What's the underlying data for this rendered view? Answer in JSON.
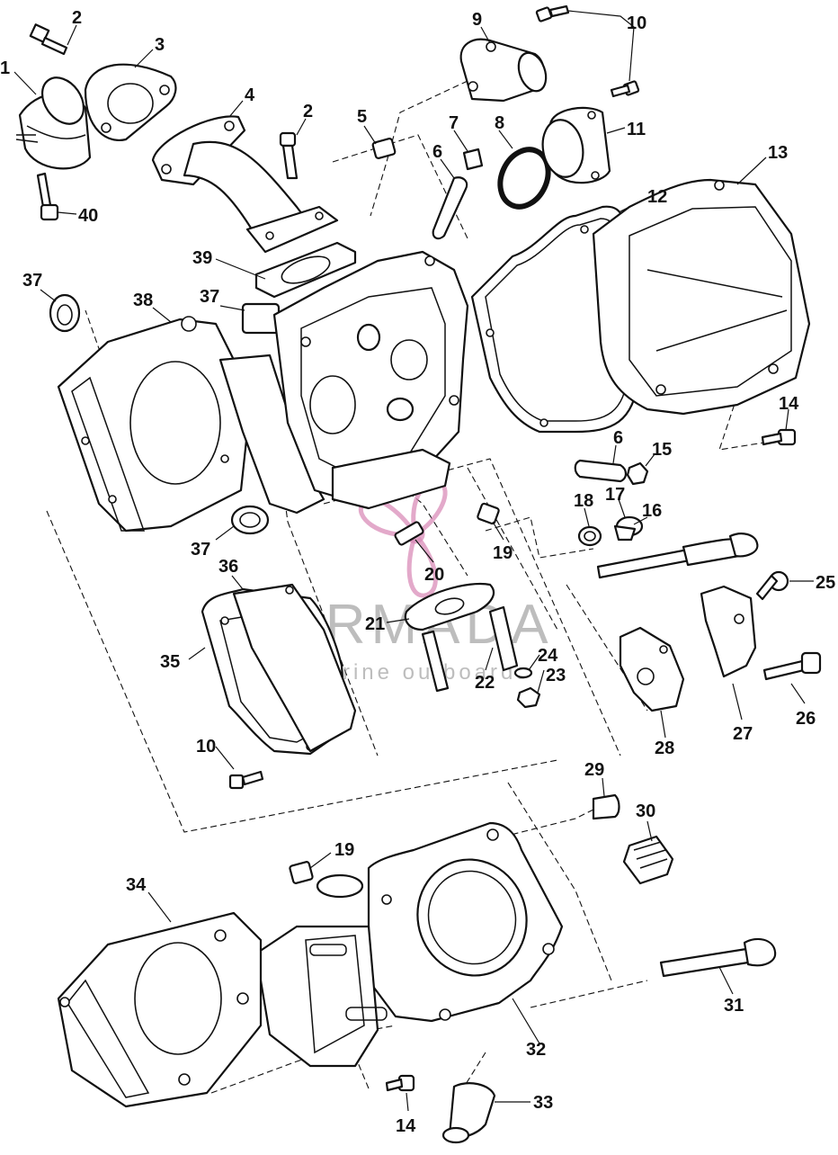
{
  "colors": {
    "line": "#111111",
    "background": "#ffffff",
    "watermark_logo": "#d98cb8",
    "watermark_text": "#888888"
  },
  "watermark": {
    "brand": "ARMADA",
    "tagline": "marine outboards"
  },
  "callouts": [
    {
      "id": "c1",
      "label": "1"
    },
    {
      "id": "c2a",
      "label": "2"
    },
    {
      "id": "c2b",
      "label": "2"
    },
    {
      "id": "c3",
      "label": "3"
    },
    {
      "id": "c4",
      "label": "4"
    },
    {
      "id": "c5",
      "label": "5"
    },
    {
      "id": "c6a",
      "label": "6"
    },
    {
      "id": "c6b",
      "label": "6"
    },
    {
      "id": "c7",
      "label": "7"
    },
    {
      "id": "c8",
      "label": "8"
    },
    {
      "id": "c9",
      "label": "9"
    },
    {
      "id": "c10a",
      "label": "10"
    },
    {
      "id": "c10b",
      "label": "10"
    },
    {
      "id": "c11",
      "label": "11"
    },
    {
      "id": "c12",
      "label": "12"
    },
    {
      "id": "c13",
      "label": "13"
    },
    {
      "id": "c14a",
      "label": "14"
    },
    {
      "id": "c14b",
      "label": "14"
    },
    {
      "id": "c15",
      "label": "15"
    },
    {
      "id": "c16",
      "label": "16"
    },
    {
      "id": "c17",
      "label": "17"
    },
    {
      "id": "c18",
      "label": "18"
    },
    {
      "id": "c19a",
      "label": "19"
    },
    {
      "id": "c19b",
      "label": "19"
    },
    {
      "id": "c20",
      "label": "20"
    },
    {
      "id": "c21",
      "label": "21"
    },
    {
      "id": "c22",
      "label": "22"
    },
    {
      "id": "c23",
      "label": "23"
    },
    {
      "id": "c24",
      "label": "24"
    },
    {
      "id": "c25",
      "label": "25"
    },
    {
      "id": "c26",
      "label": "26"
    },
    {
      "id": "c27",
      "label": "27"
    },
    {
      "id": "c28",
      "label": "28"
    },
    {
      "id": "c29",
      "label": "29"
    },
    {
      "id": "c30",
      "label": "30"
    },
    {
      "id": "c31",
      "label": "31"
    },
    {
      "id": "c32",
      "label": "32"
    },
    {
      "id": "c33",
      "label": "33"
    },
    {
      "id": "c34",
      "label": "34"
    },
    {
      "id": "c35",
      "label": "35"
    },
    {
      "id": "c36",
      "label": "36"
    },
    {
      "id": "c37a",
      "label": "37"
    },
    {
      "id": "c37b",
      "label": "37"
    },
    {
      "id": "c37c",
      "label": "37"
    },
    {
      "id": "c38",
      "label": "38"
    },
    {
      "id": "c39",
      "label": "39"
    },
    {
      "id": "c40",
      "label": "40"
    }
  ]
}
